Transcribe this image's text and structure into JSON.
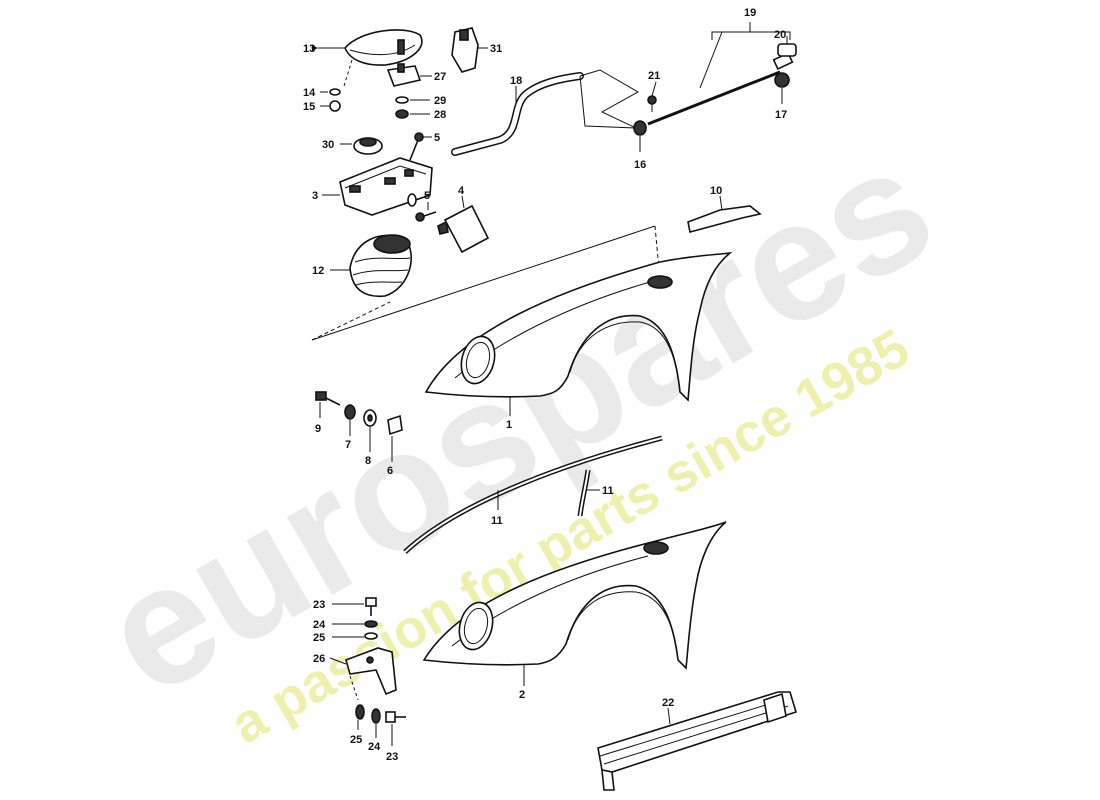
{
  "watermark": {
    "brand": "eurospares",
    "tagline": "a passion for parts since 1985",
    "brand_color": "#d8d8d8",
    "tagline_color": "#ecec9a"
  },
  "labels": {
    "p1": "1",
    "p2": "2",
    "p3": "3",
    "p4": "4",
    "p5a": "5",
    "p5b": "5",
    "p6": "6",
    "p7": "7",
    "p8": "8",
    "p9": "9",
    "p10": "10",
    "p11a": "11",
    "p11b": "11",
    "p12": "12",
    "p13": "13",
    "p14": "14",
    "p15": "15",
    "p16": "16",
    "p17": "17",
    "p18": "18",
    "p19": "19",
    "p20": "20",
    "p21": "21",
    "p22": "22",
    "p23a": "23",
    "p23b": "23",
    "p24a": "24",
    "p24b": "24",
    "p25a": "25",
    "p25b": "25",
    "p26": "26",
    "p27": "27",
    "p28": "28",
    "p29": "29",
    "p30": "30",
    "p31": "31"
  }
}
